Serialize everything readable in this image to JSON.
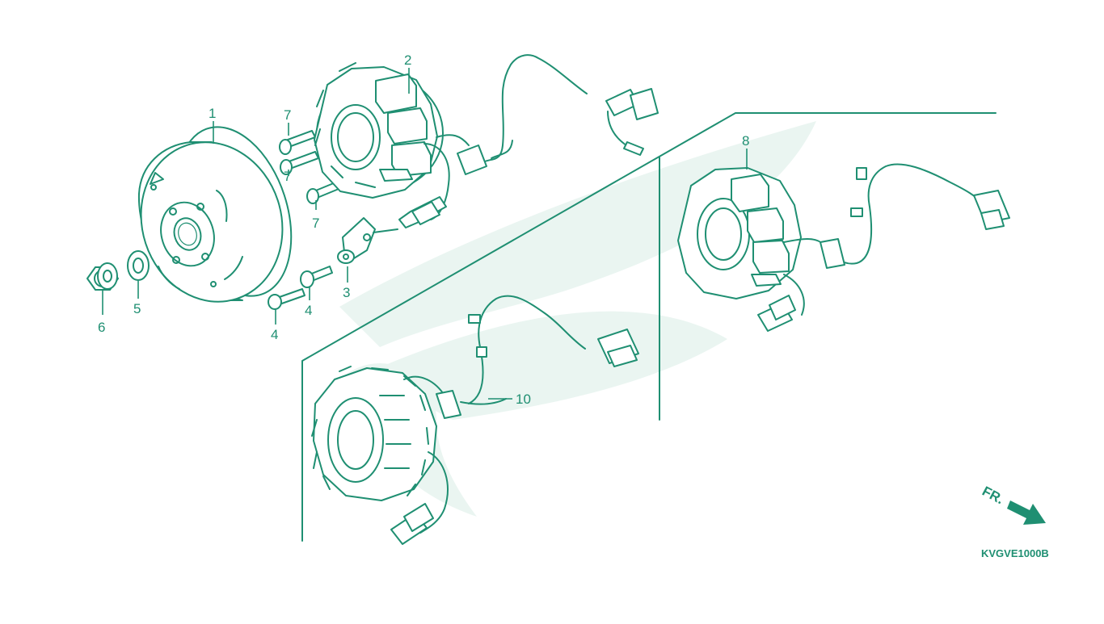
{
  "diagram": {
    "accent_color": "#1f8f72",
    "watermark": "wing-logo",
    "parts": [
      {
        "id": "flywheel",
        "label": "1"
      },
      {
        "id": "stator-main",
        "label": "2"
      },
      {
        "id": "pulser-coil",
        "label": "3"
      },
      {
        "id": "flange-bolt-a",
        "label": "4"
      },
      {
        "id": "flange-bolt-b",
        "label": "4"
      },
      {
        "id": "washer",
        "label": "5"
      },
      {
        "id": "flange-nut",
        "label": "6"
      },
      {
        "id": "screw-a",
        "label": "7"
      },
      {
        "id": "screw-b",
        "label": "7"
      },
      {
        "id": "screw-c",
        "label": "7"
      },
      {
        "id": "stator-alt-a",
        "label": "8"
      },
      {
        "id": "stator-alt-b",
        "label": "10"
      }
    ],
    "direction_label": "FR.",
    "direction_icon": "arrow-right-down-icon",
    "figure_code": "KVGVE1000B"
  }
}
